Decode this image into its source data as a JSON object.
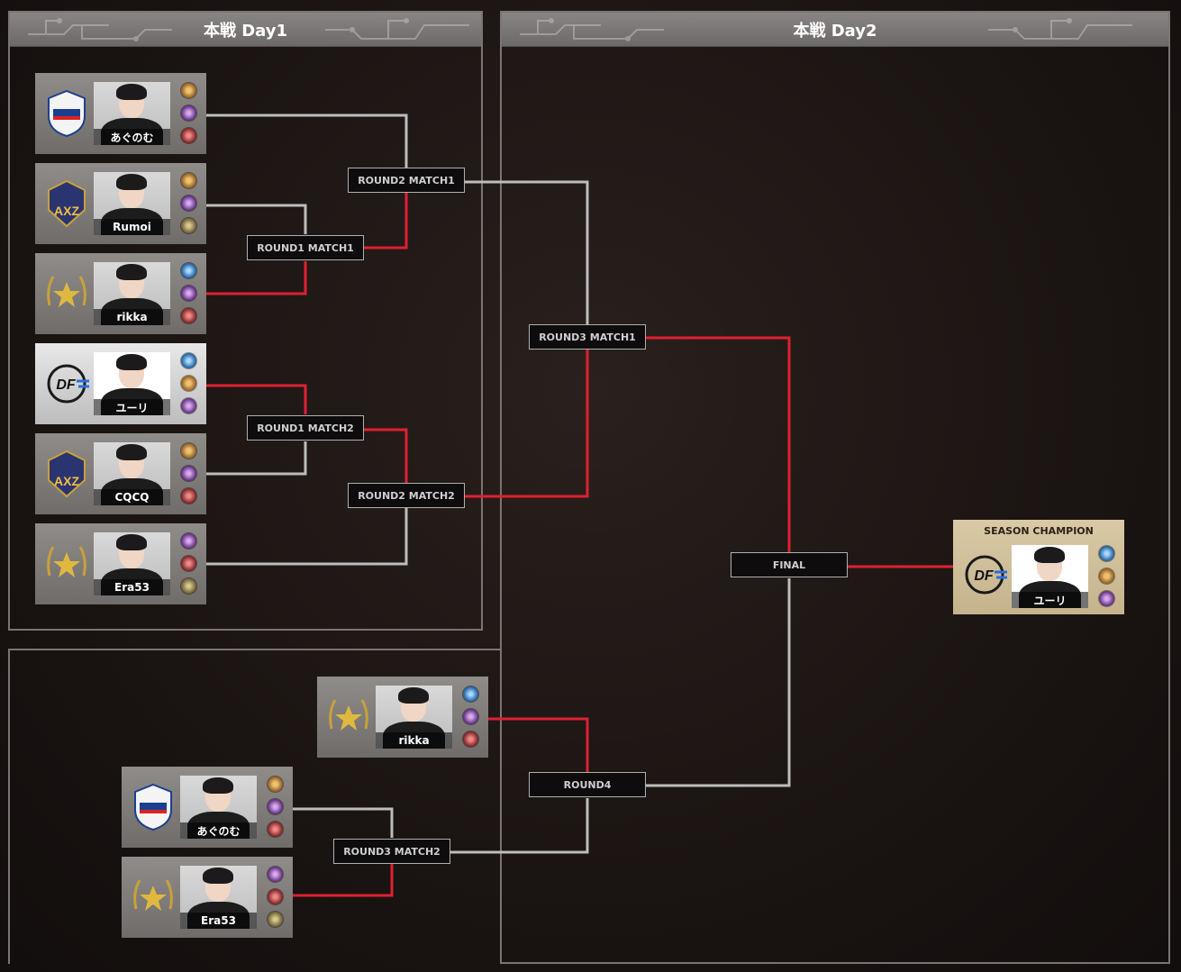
{
  "panels": {
    "day1": "本戦 Day1",
    "day2": "本戦 Day2"
  },
  "colors": {
    "winner_line": "#e02030",
    "loser_line": "#bdbdbd",
    "champion_bg": "#d2c19a"
  },
  "players": [
    {
      "name": "あぐのむ",
      "team_icon": "marinos-icon",
      "ranks": [
        "gold-rank-icon",
        "purple-rank-icon",
        "red-rank-icon"
      ]
    },
    {
      "name": "Rumoi",
      "team_icon": "axiz-icon",
      "ranks": [
        "gold-rank-icon",
        "purple-rank-icon",
        "olive-rank-icon"
      ]
    },
    {
      "name": "rikka",
      "team_icon": "sapporo-icon",
      "ranks": [
        "blue-rank-icon",
        "purple-rank-icon",
        "red-rank-icon"
      ]
    },
    {
      "name": "ユーリ",
      "team_icon": "dfm-icon",
      "ranks": [
        "blue-rank-icon",
        "gold-rank-icon",
        "purple-rank-icon"
      ]
    },
    {
      "name": "CQCQ",
      "team_icon": "axiz-icon",
      "ranks": [
        "gold-rank-icon",
        "purple-rank-icon",
        "red-rank-icon"
      ]
    },
    {
      "name": "Era53",
      "team_icon": "sapporo-icon",
      "ranks": [
        "purple-rank-icon",
        "red-rank-icon",
        "olive-rank-icon"
      ]
    },
    {
      "name": "rikka",
      "team_icon": "sapporo-icon",
      "ranks": [
        "blue-rank-icon",
        "purple-rank-icon",
        "red-rank-icon"
      ]
    },
    {
      "name": "あぐのむ",
      "team_icon": "marinos-icon",
      "ranks": [
        "gold-rank-icon",
        "purple-rank-icon",
        "red-rank-icon"
      ]
    },
    {
      "name": "Era53",
      "team_icon": "sapporo-icon",
      "ranks": [
        "purple-rank-icon",
        "red-rank-icon",
        "olive-rank-icon"
      ]
    }
  ],
  "matches": {
    "r1m1": "ROUND1 MATCH1",
    "r1m2": "ROUND1 MATCH2",
    "r2m1": "ROUND2 MATCH1",
    "r2m2": "ROUND2 MATCH2",
    "r3m1": "ROUND3 MATCH1",
    "r3m2": "ROUND3 MATCH2",
    "r4": "ROUND4",
    "final": "FINAL"
  },
  "champion": {
    "title": "SEASON CHAMPION",
    "name": "ユーリ",
    "team_icon": "dfm-icon",
    "ranks": [
      "blue-rank-icon",
      "gold-rank-icon",
      "purple-rank-icon"
    ]
  }
}
